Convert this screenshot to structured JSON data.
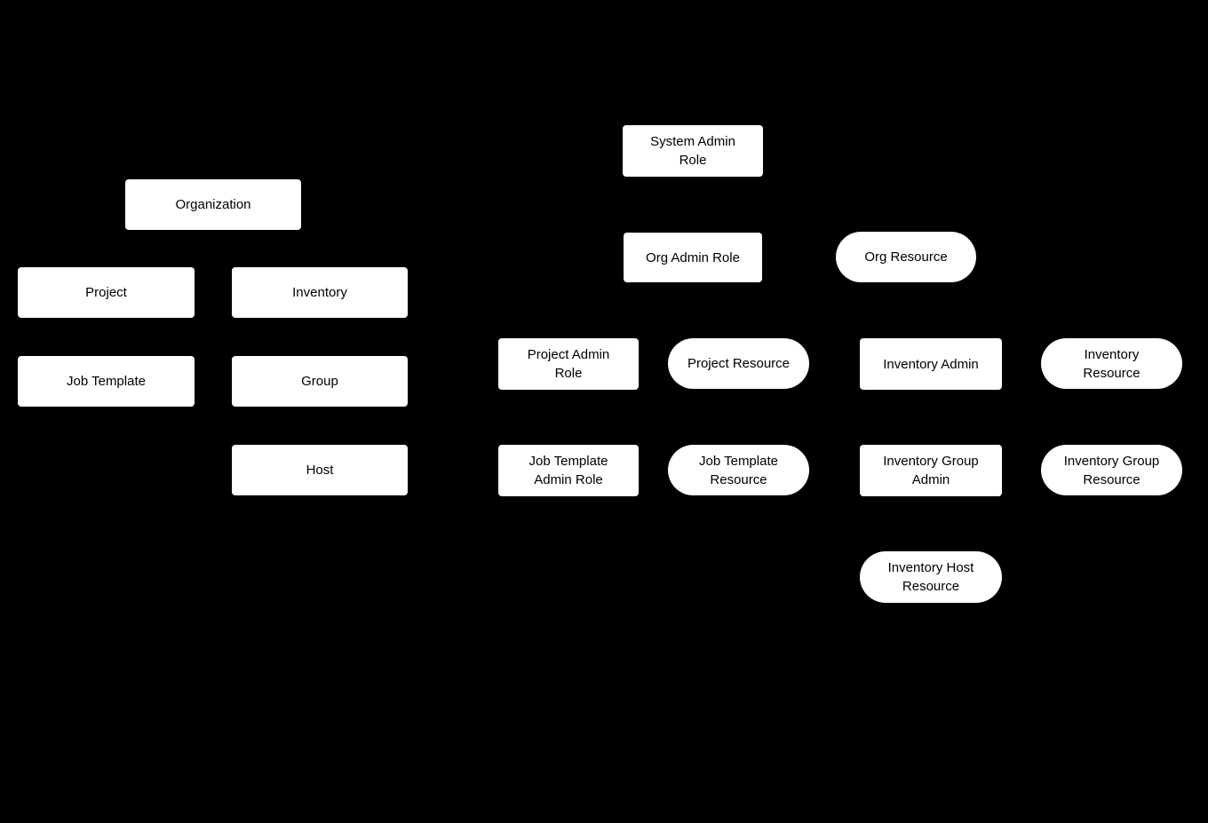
{
  "diagram": {
    "title": "RBAC organization, resources and admin roles diagram",
    "colors": {
      "background": "#000000",
      "node_fill": "#ffffff",
      "node_text": "#000000"
    },
    "nodes": {
      "organization": {
        "label": "Organization",
        "shape": "rect"
      },
      "project": {
        "label": "Project",
        "shape": "rect"
      },
      "inventory": {
        "label": "Inventory",
        "shape": "rect"
      },
      "job_template": {
        "label": "Job Template",
        "shape": "rect"
      },
      "group": {
        "label": "Group",
        "shape": "rect"
      },
      "host": {
        "label": "Host",
        "shape": "rect"
      },
      "system_admin_role": {
        "label": "System Admin\nRole",
        "shape": "rect"
      },
      "org_admin_role": {
        "label": "Org Admin Role",
        "shape": "rect"
      },
      "org_resource": {
        "label": "Org Resource",
        "shape": "pill"
      },
      "project_admin_role": {
        "label": "Project Admin\nRole",
        "shape": "rect"
      },
      "project_resource": {
        "label": "Project Resource",
        "shape": "pill"
      },
      "inventory_admin": {
        "label": "Inventory Admin",
        "shape": "rect"
      },
      "inventory_resource": {
        "label": "Inventory\nResource",
        "shape": "pill"
      },
      "job_template_admin_role": {
        "label": "Job Template\nAdmin Role",
        "shape": "rect"
      },
      "job_template_resource": {
        "label": "Job Template\nResource",
        "shape": "pill"
      },
      "inventory_group_admin": {
        "label": "Inventory Group\nAdmin",
        "shape": "rect"
      },
      "inventory_group_resource": {
        "label": "Inventory Group\nResource",
        "shape": "pill"
      },
      "inventory_host_resource": {
        "label": "Inventory Host\nResource",
        "shape": "pill"
      }
    }
  }
}
